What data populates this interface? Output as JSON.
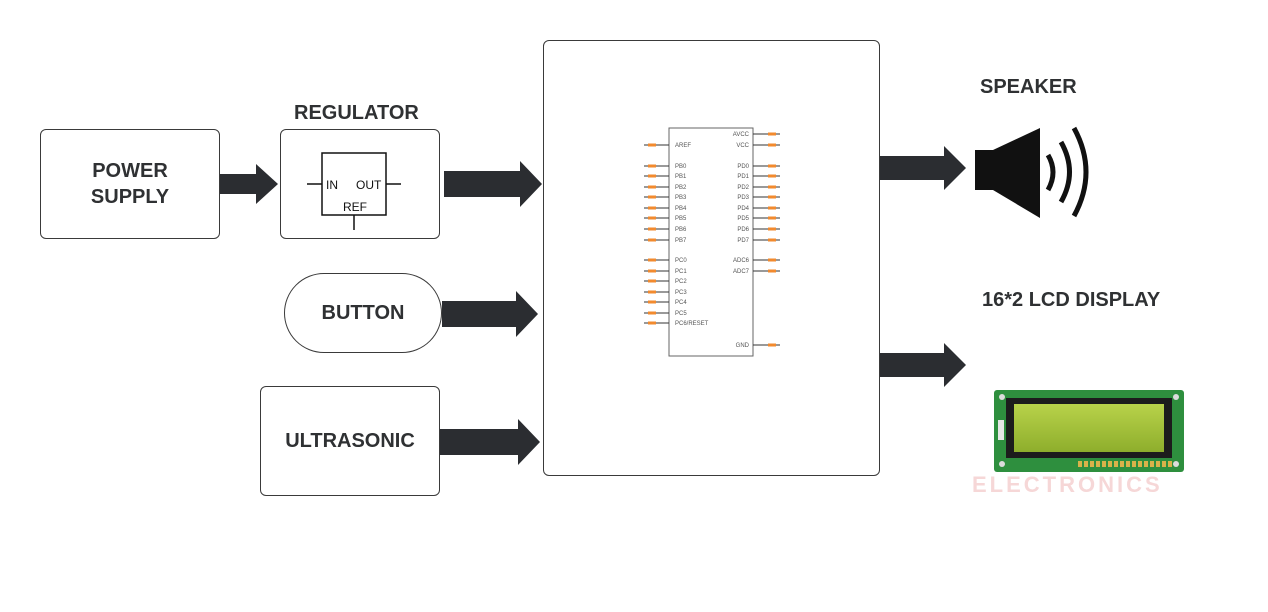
{
  "blocks": {
    "power_supply": {
      "line1": "POWER",
      "line2": "SUPPLY"
    },
    "regulator": {
      "title": "REGULATOR",
      "in": "IN",
      "out": "OUT",
      "ref": "REF"
    },
    "button": "BUTTON",
    "ultrasonic": "ULTRASONIC",
    "speaker": "SPEAKER",
    "lcd": "16*2 LCD DISPLAY"
  },
  "mcu": {
    "left_pins": [
      "AREF",
      "PB0",
      "PB1",
      "PB2",
      "PB3",
      "PB4",
      "PB5",
      "PB6",
      "PB7",
      "PC0",
      "PC1",
      "PC2",
      "PC3",
      "PC4",
      "PC5",
      "PC6/RESET"
    ],
    "right_pins": [
      "AVCC",
      "VCC",
      "PD0",
      "PD1",
      "PD2",
      "PD3",
      "PD4",
      "PD5",
      "PD6",
      "PD7",
      "ADC6",
      "ADC7",
      "GND"
    ]
  },
  "watermark": "ELECTRONICS"
}
